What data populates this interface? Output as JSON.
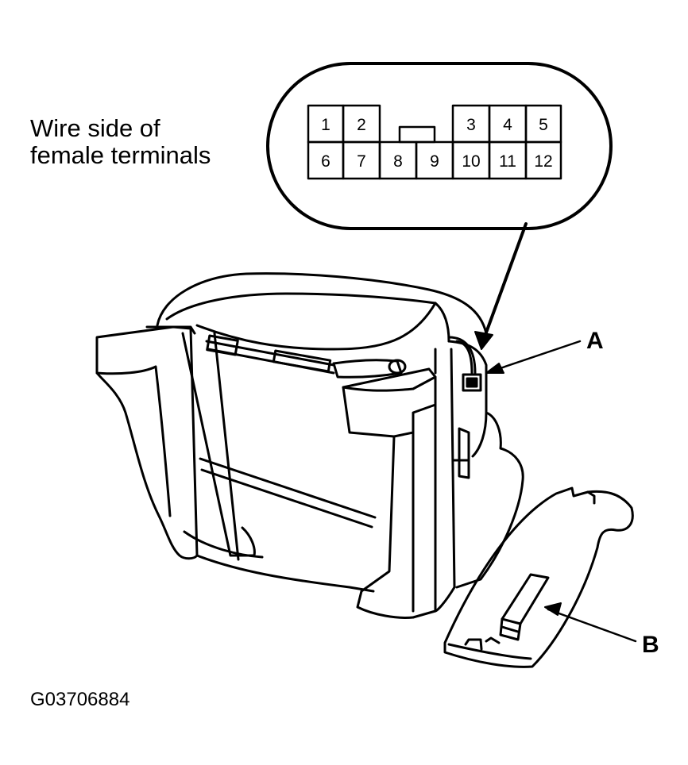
{
  "caption": {
    "line1": "Wire side of",
    "line2": "female terminals"
  },
  "connector": {
    "top_row": [
      "1",
      "2",
      "",
      "",
      "3",
      "4",
      "5"
    ],
    "bottom_row": [
      "6",
      "7",
      "8",
      "9",
      "10",
      "11",
      "12"
    ]
  },
  "callouts": {
    "a": "A",
    "b": "B"
  },
  "figure_id": "G03706884"
}
